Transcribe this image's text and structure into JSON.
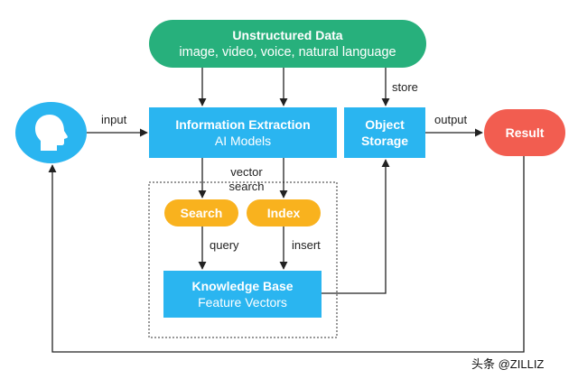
{
  "diagram": {
    "unstructured": {
      "title": "Unstructured Data",
      "subtitle": "image, video, voice, natural language"
    },
    "info_extraction": {
      "title": "Information Extraction",
      "subtitle": "AI Models"
    },
    "object_storage": {
      "line1": "Object",
      "line2": "Storage"
    },
    "knowledge_base": {
      "title": "Knowledge Base",
      "subtitle": "Feature Vectors"
    },
    "search": "Search",
    "index": "Index",
    "result": "Result",
    "edges": {
      "input": "input",
      "output": "output",
      "store": "store",
      "vector_line1": "vector",
      "vector_line2": "search",
      "query": "query",
      "insert": "insert"
    }
  },
  "watermark": "头条 @ZILLIZ",
  "colors": {
    "green": "#27b07c",
    "blue": "#2ab5f0",
    "orange": "#f9b21e",
    "red": "#f25d50",
    "line": "#222222"
  },
  "icons": {
    "user": "head-silhouette-icon"
  }
}
